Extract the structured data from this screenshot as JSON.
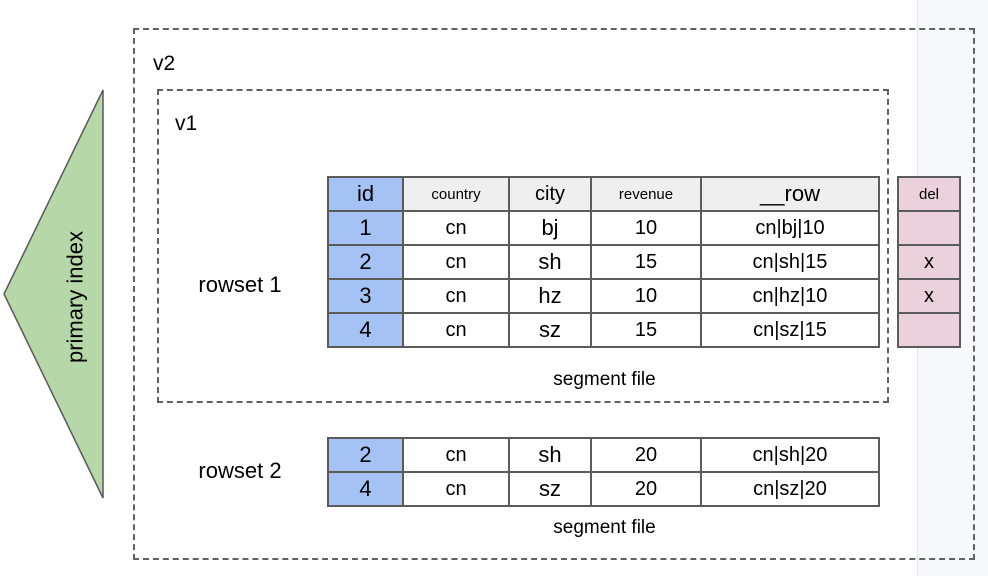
{
  "diagram": {
    "v2_label": "v2",
    "v1_label": "v1",
    "primary_index_label": "primary index",
    "rowset1": {
      "label": "rowset 1",
      "caption": "segment file",
      "columns": [
        "id",
        "country",
        "city",
        "revenue",
        "__row"
      ],
      "rows": [
        [
          "1",
          "cn",
          "bj",
          "10",
          "cn|bj|10"
        ],
        [
          "2",
          "cn",
          "sh",
          "15",
          "cn|sh|15"
        ],
        [
          "3",
          "cn",
          "hz",
          "10",
          "cn|hz|10"
        ],
        [
          "4",
          "cn",
          "sz",
          "15",
          "cn|sz|15"
        ]
      ]
    },
    "del_column": {
      "header": [
        "del"
      ],
      "rows": [
        [
          ""
        ],
        [
          "x"
        ],
        [
          "x"
        ],
        [
          ""
        ]
      ]
    },
    "rowset2": {
      "label": "rowset 2",
      "caption": "segment file",
      "rows": [
        [
          "2",
          "cn",
          "sh",
          "20",
          "cn|sh|20"
        ],
        [
          "4",
          "cn",
          "sz",
          "20",
          "cn|sz|20"
        ]
      ]
    },
    "colors": {
      "id_cell": "#a4c2f4",
      "header_cell": "#efefef",
      "del_cell": "#ead1dc",
      "triangle_fill": "#b6d7a8",
      "line": "#5b5b5b",
      "side_panel": "#f7f8fb"
    }
  }
}
